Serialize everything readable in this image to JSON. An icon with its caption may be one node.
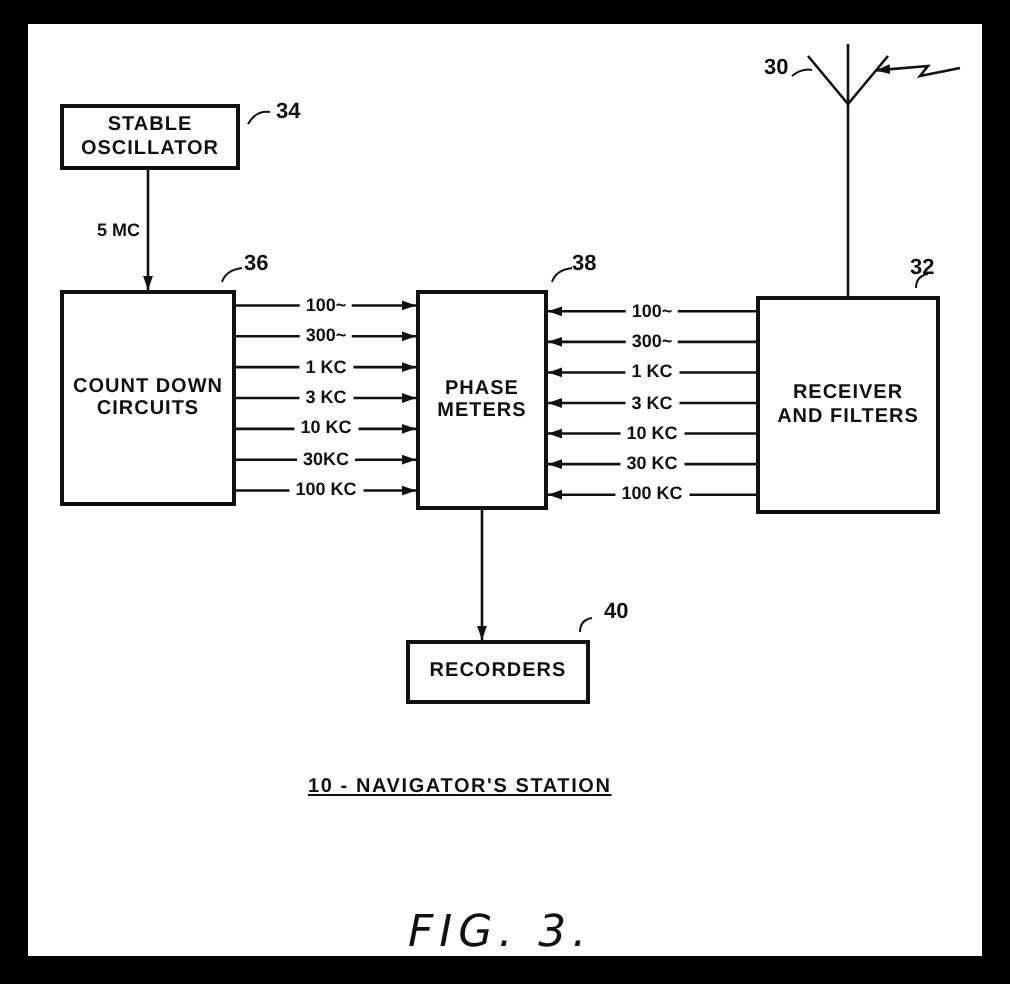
{
  "diagram": {
    "caption": "FIG. 3.",
    "nodes": [
      {
        "text": [
          "STABLE OSCILLATOR"
        ],
        "beside": [
          "34"
        ]
      },
      {
        "text": [
          "COUNT DOWN CIRCUITS"
        ],
        "beside": [
          "36"
        ]
      },
      {
        "text": [
          "PHASE METERS"
        ],
        "beside": [
          "38"
        ]
      },
      {
        "text": [
          "RECEIVER AND FILTERS"
        ],
        "beside": [
          "32"
        ]
      },
      {
        "text": [
          "RECORDERS"
        ],
        "beside": [
          "40"
        ]
      },
      {
        "text": [],
        "shape": "antenna",
        "beside": [
          "30"
        ]
      }
    ],
    "edges": [
      {
        "from": 0,
        "to": 1,
        "arrow": "to",
        "label": "5 MC"
      },
      {
        "from": 1,
        "to": 2,
        "arrow": "to",
        "label": "100~"
      },
      {
        "from": 1,
        "to": 2,
        "arrow": "to",
        "label": "300~"
      },
      {
        "from": 1,
        "to": 2,
        "arrow": "to",
        "label": "1 KC"
      },
      {
        "from": 1,
        "to": 2,
        "arrow": "to",
        "label": "3 KC"
      },
      {
        "from": 1,
        "to": 2,
        "arrow": "to",
        "label": "10 KC"
      },
      {
        "from": 1,
        "to": 2,
        "arrow": "to",
        "label": "30KC"
      },
      {
        "from": 1,
        "to": 2,
        "arrow": "to",
        "label": "100 KC"
      },
      {
        "from": 3,
        "to": 2,
        "arrow": "to",
        "label": "100~"
      },
      {
        "from": 3,
        "to": 2,
        "arrow": "to",
        "label": "300~"
      },
      {
        "from": 3,
        "to": 2,
        "arrow": "to",
        "label": "1 KC"
      },
      {
        "from": 3,
        "to": 2,
        "arrow": "to",
        "label": "3 KC"
      },
      {
        "from": 3,
        "to": 2,
        "arrow": "to",
        "label": "10 KC"
      },
      {
        "from": 3,
        "to": 2,
        "arrow": "to",
        "label": "30 KC"
      },
      {
        "from": 3,
        "to": 2,
        "arrow": "to",
        "label": "100 KC"
      },
      {
        "from": 2,
        "to": 4,
        "arrow": "to"
      },
      {
        "from": 5,
        "to": 3,
        "arrow": "none"
      },
      {
        "from": null,
        "to": 5,
        "arrow": "to"
      }
    ],
    "labels": [
      "10 - NAVIGATOR'S STATION"
    ]
  }
}
